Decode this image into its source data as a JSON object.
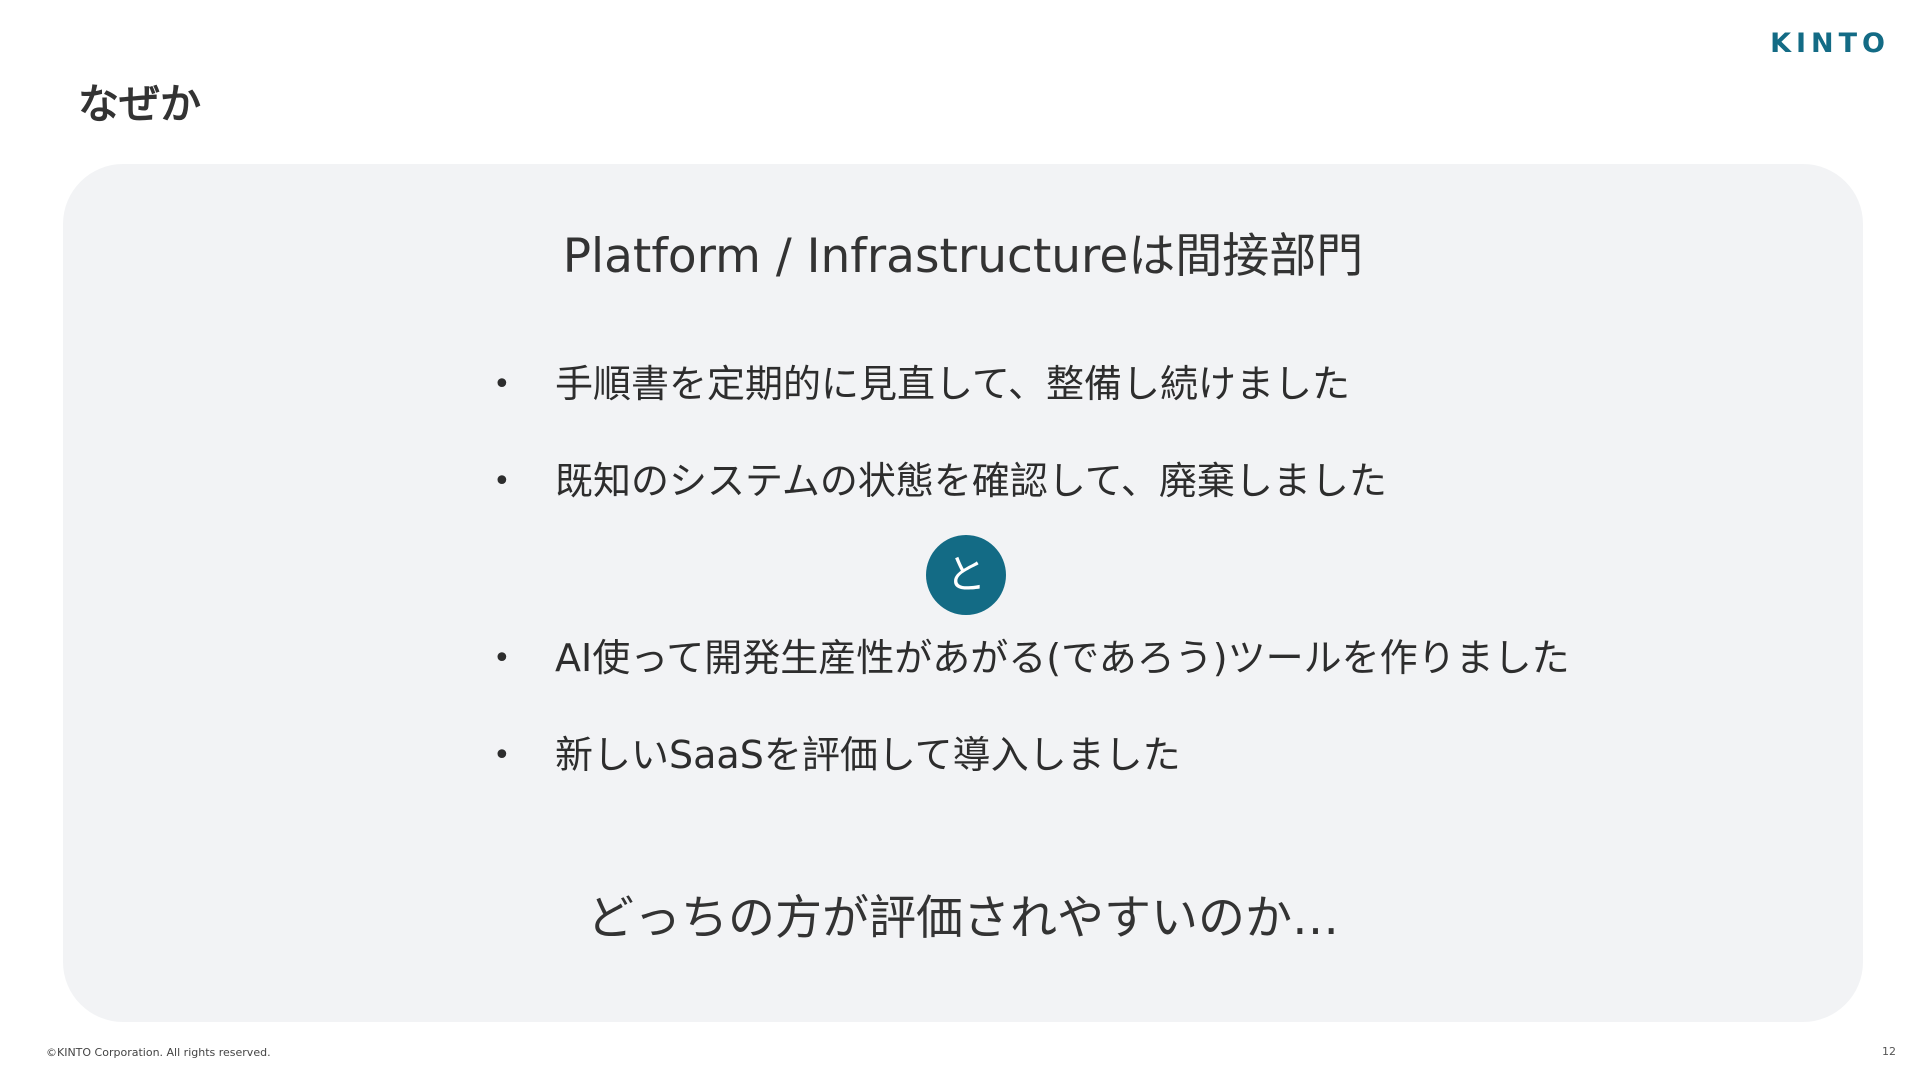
{
  "brand": {
    "logo_text": "KINTO",
    "color": "#136b85"
  },
  "page_title": "なぜか",
  "card": {
    "heading": "Platform / Infrastructureは間接部門",
    "bullets_group_a": [
      "手順書を定期的に見直して、整備し続けました",
      "既知のシステムの状態を確認して、廃棄しました"
    ],
    "connector": "と",
    "bullets_group_b": [
      "AI使って開発生産性があがる(であろう)ツールを作りました",
      "新しいSaaSを評価して導入しました"
    ],
    "question": "どっちの方が評価されやすいのか…",
    "background": "#f2f3f5"
  },
  "footer": {
    "copyright": "©KINTO Corporation. All rights reserved.",
    "page_number": "12"
  }
}
